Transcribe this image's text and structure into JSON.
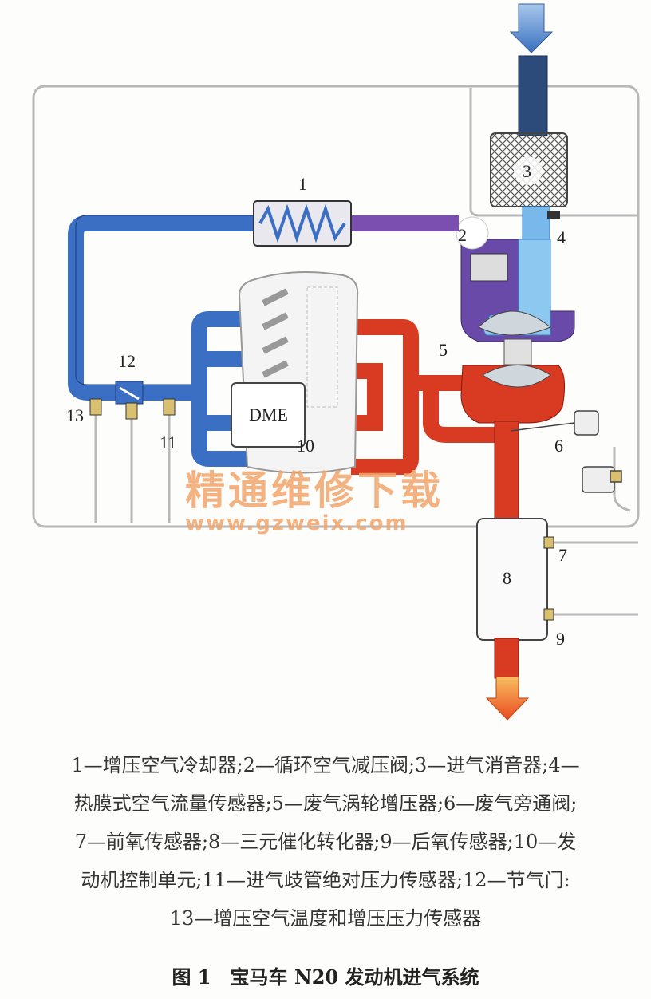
{
  "diagram": {
    "labels": {
      "n1": "1",
      "n2": "2",
      "n3": "3",
      "n4": "4",
      "n5": "5",
      "n6": "6",
      "n7": "7",
      "n8": "8",
      "n9": "9",
      "n10": "10",
      "n11": "11",
      "n12": "12",
      "n13": "13",
      "dme": "DME"
    },
    "watermark": {
      "title": "精通维修下载",
      "url": "www.gzweix.com"
    },
    "colors": {
      "cold_air": "#3a6fc4",
      "dark_air": "#2c4a7a",
      "warm_air": "#7a4fb0",
      "exhaust": "#d83a22",
      "arrow_in": "#5b8fd0",
      "arrow_out": "#f07030"
    }
  },
  "legend": {
    "lines": [
      "1—增压空气冷却器;2—循环空气减压阀;3—进气消音器;4—",
      "热膜式空气流量传感器;5—废气涡轮增压器;6—废气旁通阀;",
      "7—前氧传感器;8—三元催化转化器;9—后氧传感器;10—发",
      "动机控制单元;11—进气歧管绝对压力传感器;12—节气门:",
      "13—增压空气温度和增压压力传感器"
    ],
    "title": "图 1　宝马车 N20 发动机进气系统"
  }
}
